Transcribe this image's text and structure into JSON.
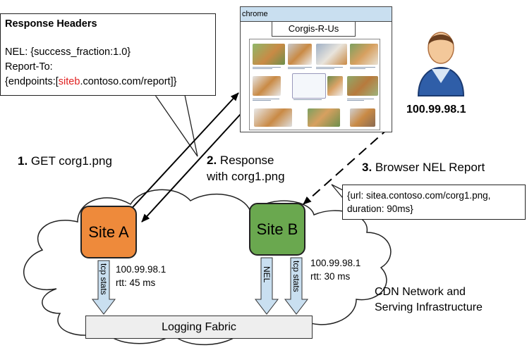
{
  "response_headers": {
    "title": "Response Headers",
    "nel_line": "NEL: {success_fraction:1.0}",
    "report_to_line": "Report-To:",
    "endpoints_prefix": "{endpoints:[",
    "endpoints_highlight": "siteb",
    "endpoints_suffix": ".contoso.com/report]}",
    "highlight_color": "#e02020"
  },
  "browser": {
    "window_label": "chrome",
    "page_title": "Corgis-R-Us"
  },
  "user": {
    "ip": "100.99.98.1",
    "icon": "user-icon"
  },
  "steps": {
    "step1_num": "1.",
    "step1_text": "GET corg1.png",
    "step2_num": "2.",
    "step2_text_a": "Response",
    "step2_text_b": "with corg1.png",
    "step3_num": "3.",
    "step3_text": "Browser NEL Report"
  },
  "nel_report": {
    "line1": "{url: sitea.contoso.com/corg1.png,",
    "line2": "duration: 90ms}"
  },
  "sites": {
    "site_a": "Site A",
    "site_b": "Site B",
    "site_a_color": "#ee8a3b",
    "site_b_color": "#6aa84f"
  },
  "stats_a": {
    "ip": "100.99.98.1",
    "rtt": "rtt: 45 ms",
    "arrow_label": "tcp stats"
  },
  "stats_b": {
    "ip": "100.99.98.1",
    "rtt": "rtt: 30 ms",
    "nel_arrow_label": "NEL",
    "tcp_arrow_label": "tcp stats"
  },
  "cdn": {
    "line1": "CDN  Network and",
    "line2": "Serving Infrastructure"
  },
  "logging": {
    "label": "Logging Fabric"
  }
}
